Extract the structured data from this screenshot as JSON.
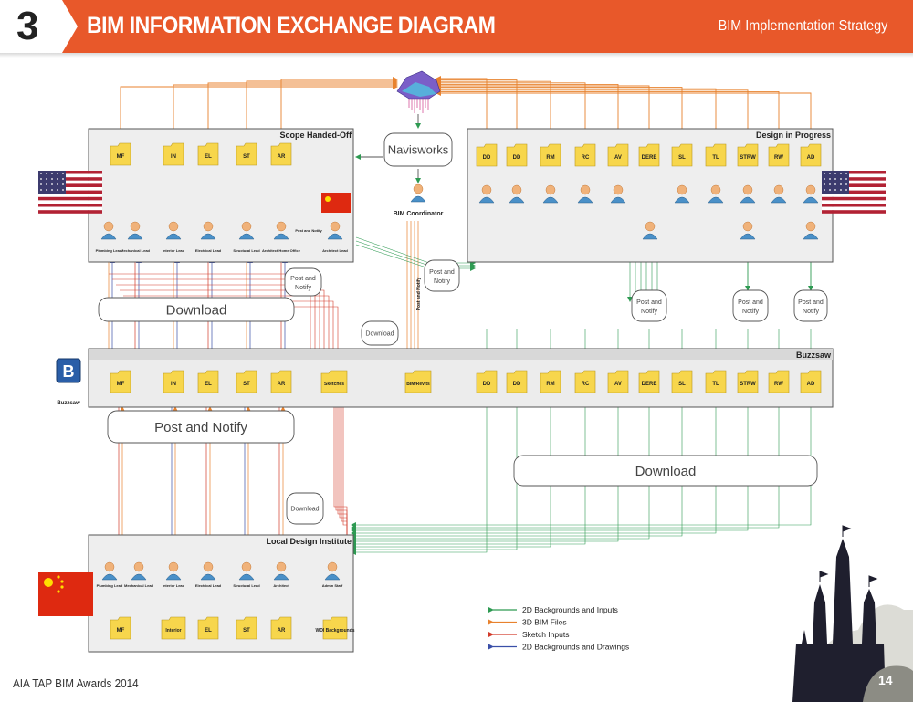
{
  "header": {
    "section_number": "3",
    "title": "BIM INFORMATION EXCHANGE DIAGRAM",
    "subtitle": "BIM Implementation Strategy"
  },
  "footer": {
    "left_text": "AIA TAP BIM Awards 2014",
    "page_number": "14"
  },
  "colors": {
    "banner": "#e8582a",
    "folder": "#f7d64c",
    "green_line": "#2e9a52",
    "orange_line": "#e8822e",
    "red_line": "#d23a2a",
    "blue_line": "#3a4fa8"
  },
  "diagram": {
    "top_hub_label": "Navisworks",
    "bim_coordinator": "BIM Coordinator",
    "scope_panel": {
      "title": "Scope Handed-Off",
      "folders": [
        "MF",
        "IN",
        "EL",
        "ST",
        "AR"
      ],
      "people": [
        "Plumbing Lead",
        "Mechanical Lead",
        "Interior Lead",
        "Electrical Lead",
        "Structural Lead",
        "Architect Home Office",
        "Architect Lead"
      ],
      "post_note": "Post and Notify"
    },
    "design_panel": {
      "title": "Design in Progress",
      "folders": [
        "DD",
        "DD",
        "RM",
        "RC",
        "AV",
        "DERE",
        "SL",
        "TL",
        "STRW",
        "RW",
        "AD"
      ]
    },
    "buzzsaw_panel": {
      "title": "Buzzsaw",
      "logo_label": "Buzzsaw",
      "folders": [
        "MF",
        "IN",
        "EL",
        "ST",
        "AR",
        "Sketches",
        "BIM/Revits",
        "DD",
        "DD",
        "RM",
        "RC",
        "AV",
        "DERE",
        "SL",
        "TL",
        "STRW",
        "RW",
        "AD"
      ]
    },
    "local_panel": {
      "title": "Local Design Institute",
      "folders": [
        "MF",
        "Interior",
        "EL",
        "ST",
        "AR",
        "WDI Backgrounds"
      ],
      "people": [
        "Plumbing Lead",
        "Mechanical Lead",
        "Interior Lead",
        "Electrical Lead",
        "Structural Lead",
        "Architect",
        "Admin Staff"
      ]
    },
    "pills": {
      "download_left": "Download",
      "post_notify_left": "Post and Notify",
      "download_right": "Download"
    },
    "small_notes": {
      "post_notify_1": "Post and Notify",
      "post_notify_2": "Post and Notify",
      "post_notify_3": "Post and Notify",
      "post_notify_4": "Post and Notify",
      "post_notify_5": "Post and Notify",
      "download_1": "Download",
      "download_2": "Download",
      "vertical_note": "Post and Notify"
    },
    "legend": [
      {
        "label": "2D Backgrounds and Inputs",
        "color": "#2e9a52"
      },
      {
        "label": "3D BIM Files",
        "color": "#e8822e"
      },
      {
        "label": "Sketch Inputs",
        "color": "#d23a2a"
      },
      {
        "label": "2D Backgrounds and Drawings",
        "color": "#3a4fa8"
      }
    ]
  }
}
